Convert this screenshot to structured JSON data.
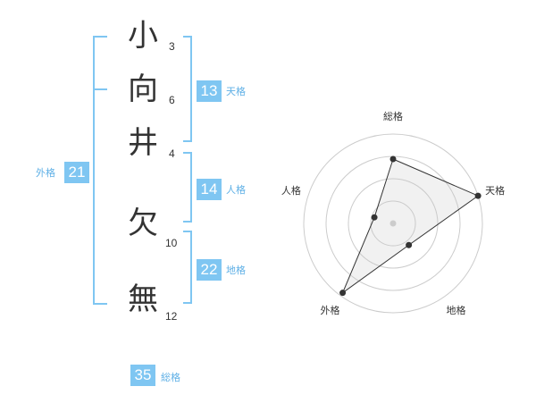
{
  "name": {
    "characters": [
      {
        "char": "小",
        "strokes": "3"
      },
      {
        "char": "向",
        "strokes": "6"
      },
      {
        "char": "井",
        "strokes": "4"
      },
      {
        "char": "欠",
        "strokes": "10"
      },
      {
        "char": "無",
        "strokes": "12"
      }
    ]
  },
  "kakusu": {
    "tenkaku": {
      "value": "13",
      "label": "天格"
    },
    "jinkaku": {
      "value": "14",
      "label": "人格"
    },
    "chikaku": {
      "value": "22",
      "label": "地格"
    },
    "gaikaku": {
      "value": "21",
      "label": "外格"
    },
    "soukaku": {
      "value": "35",
      "label": "総格"
    }
  },
  "colors": {
    "accent": "#7fc6f2",
    "text": "#333333",
    "grid": "#cccccc"
  },
  "chart_data": {
    "type": "radar",
    "axes": [
      "総格",
      "天格",
      "地格",
      "外格",
      "人格"
    ],
    "values": [
      0.72,
      1.0,
      0.3,
      0.96,
      0.22
    ],
    "max": 1.0,
    "rings": 4,
    "grid": true
  }
}
